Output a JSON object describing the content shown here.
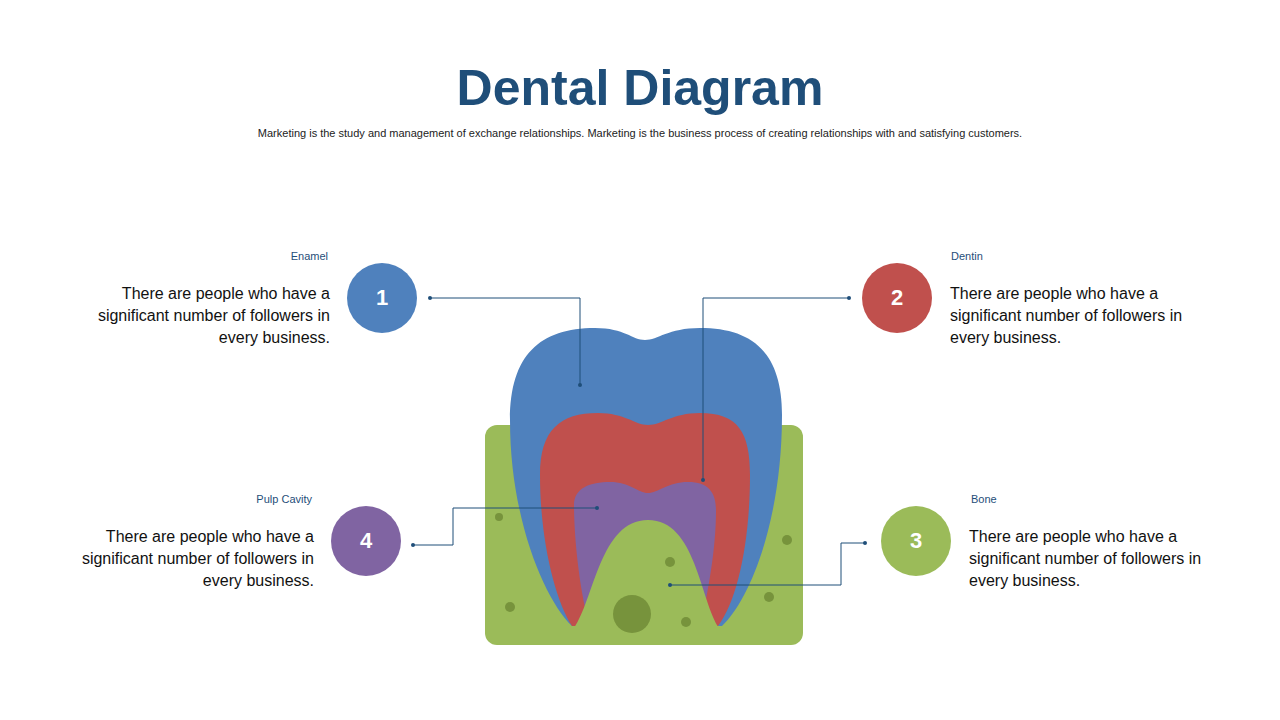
{
  "diagram": {
    "title": "Dental Diagram",
    "caption": "Marketing is the study and management of exchange relationships. Marketing is the business process of creating relationships with and satisfying customers.",
    "nodes": [
      {
        "text": [
          "1",
          "Enamel",
          "There are people who have a significant number of followers in every business."
        ]
      },
      {
        "text": [
          "2",
          "Dentin",
          "There are people who have a significant number of followers in every business."
        ]
      },
      {
        "text": [
          "4",
          "Pulp Cavity",
          "There are people who have a significant number of followers in every business."
        ]
      },
      {
        "text": [
          "3",
          "Bone",
          "There are people who have a significant number of followers in every business."
        ]
      }
    ]
  }
}
